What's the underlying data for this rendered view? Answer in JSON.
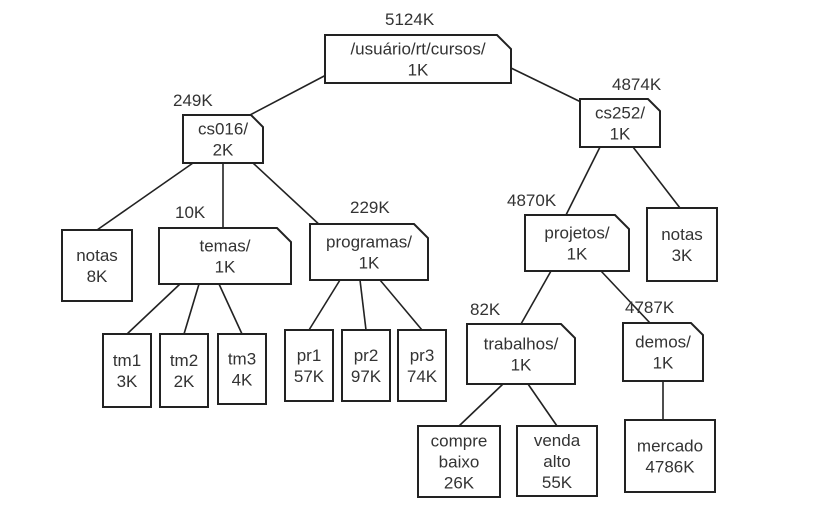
{
  "nodes": {
    "root": {
      "lines": [
        "/usuário/rt/cursos/",
        "1K"
      ],
      "total": "5124K",
      "shape": "folder"
    },
    "cs016": {
      "lines": [
        "cs016/",
        "2K"
      ],
      "total": "249K",
      "shape": "folder"
    },
    "cs252": {
      "lines": [
        "cs252/",
        "1K"
      ],
      "total": "4874K",
      "shape": "folder"
    },
    "notas1": {
      "lines": [
        "notas",
        "8K"
      ],
      "total": "",
      "shape": "file"
    },
    "temas": {
      "lines": [
        "temas/",
        "1K"
      ],
      "total": "10K",
      "shape": "folder"
    },
    "programas": {
      "lines": [
        "programas/",
        "1K"
      ],
      "total": "229K",
      "shape": "folder"
    },
    "projetos": {
      "lines": [
        "projetos/",
        "1K"
      ],
      "total": "4870K",
      "shape": "folder"
    },
    "notas2": {
      "lines": [
        "notas",
        "3K"
      ],
      "total": "",
      "shape": "file"
    },
    "tm1": {
      "lines": [
        "tm1",
        "3K"
      ],
      "total": "",
      "shape": "file"
    },
    "tm2": {
      "lines": [
        "tm2",
        "2K"
      ],
      "total": "",
      "shape": "file"
    },
    "tm3": {
      "lines": [
        "tm3",
        "4K"
      ],
      "total": "",
      "shape": "file"
    },
    "pr1": {
      "lines": [
        "pr1",
        "57K"
      ],
      "total": "",
      "shape": "file"
    },
    "pr2": {
      "lines": [
        "pr2",
        "97K"
      ],
      "total": "",
      "shape": "file"
    },
    "pr3": {
      "lines": [
        "pr3",
        "74K"
      ],
      "total": "",
      "shape": "file"
    },
    "trabalhos": {
      "lines": [
        "trabalhos/",
        "1K"
      ],
      "total": "82K",
      "shape": "folder"
    },
    "demos": {
      "lines": [
        "demos/",
        "1K"
      ],
      "total": "4787K",
      "shape": "folder"
    },
    "compre": {
      "lines": [
        "compre",
        "baixo",
        "26K"
      ],
      "total": "",
      "shape": "file"
    },
    "venda": {
      "lines": [
        "venda",
        "alto",
        "55K"
      ],
      "total": "",
      "shape": "file"
    },
    "mercado": {
      "lines": [
        "mercado",
        "4786K"
      ],
      "total": "",
      "shape": "file"
    }
  },
  "edges": [
    [
      "root",
      "cs016"
    ],
    [
      "root",
      "cs252"
    ],
    [
      "cs016",
      "notas1"
    ],
    [
      "cs016",
      "temas"
    ],
    [
      "cs016",
      "programas"
    ],
    [
      "temas",
      "tm1"
    ],
    [
      "temas",
      "tm2"
    ],
    [
      "temas",
      "tm3"
    ],
    [
      "programas",
      "pr1"
    ],
    [
      "programas",
      "pr2"
    ],
    [
      "programas",
      "pr3"
    ],
    [
      "cs252",
      "projetos"
    ],
    [
      "cs252",
      "notas2"
    ],
    [
      "projetos",
      "trabalhos"
    ],
    [
      "projetos",
      "demos"
    ],
    [
      "trabalhos",
      "compre"
    ],
    [
      "trabalhos",
      "venda"
    ],
    [
      "demos",
      "mercado"
    ]
  ]
}
